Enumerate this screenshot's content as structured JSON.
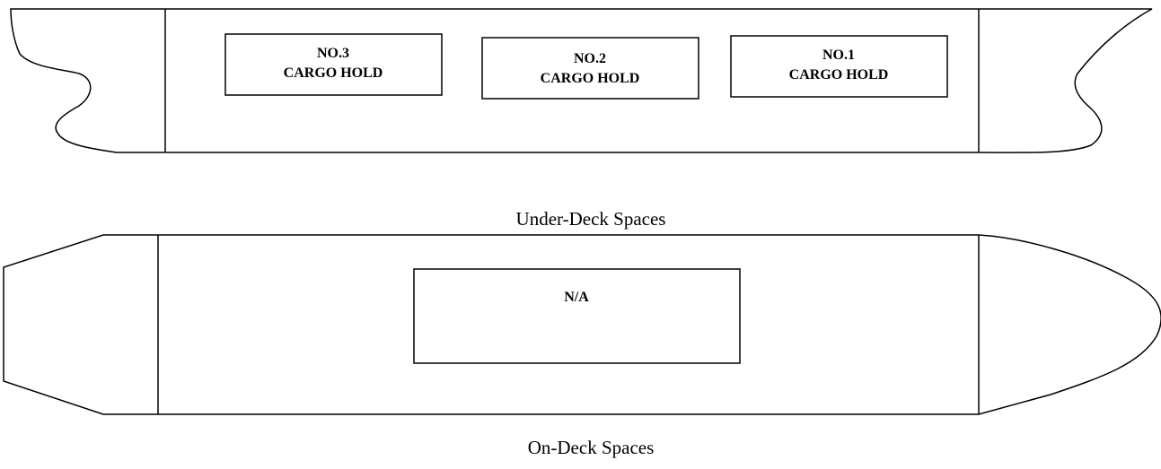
{
  "under_deck": {
    "caption": "Under-Deck Spaces",
    "holds": [
      {
        "line1": "NO.3",
        "line2": "CARGO HOLD"
      },
      {
        "line1": "NO.2",
        "line2": "CARGO HOLD"
      },
      {
        "line1": "NO.1",
        "line2": "CARGO HOLD"
      }
    ]
  },
  "on_deck": {
    "caption": "On-Deck Spaces",
    "area_label": "N/A"
  }
}
